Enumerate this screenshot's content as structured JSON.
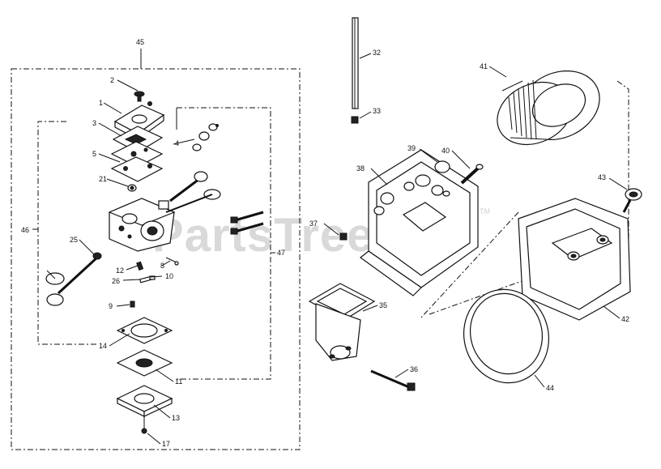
{
  "watermark": {
    "text": "PartsTree",
    "trademark": "TM"
  },
  "callouts": {
    "p1": "1",
    "p2": "2",
    "p3": "3",
    "p4": "4",
    "p5": "5",
    "p8": "8",
    "p9": "9",
    "p10": "10",
    "p11": "11",
    "p12": "12",
    "p13": "13",
    "p14": "14",
    "p17": "17",
    "p21": "21",
    "p25": "25",
    "p26": "26",
    "p32": "32",
    "p33": "33",
    "p35": "35",
    "p36": "36",
    "p37": "37",
    "p38": "38",
    "p39": "39",
    "p40": "40",
    "p41": "41",
    "p42": "42",
    "p43": "43",
    "p44": "44",
    "p45": "45",
    "p46": "46",
    "p47": "47"
  }
}
